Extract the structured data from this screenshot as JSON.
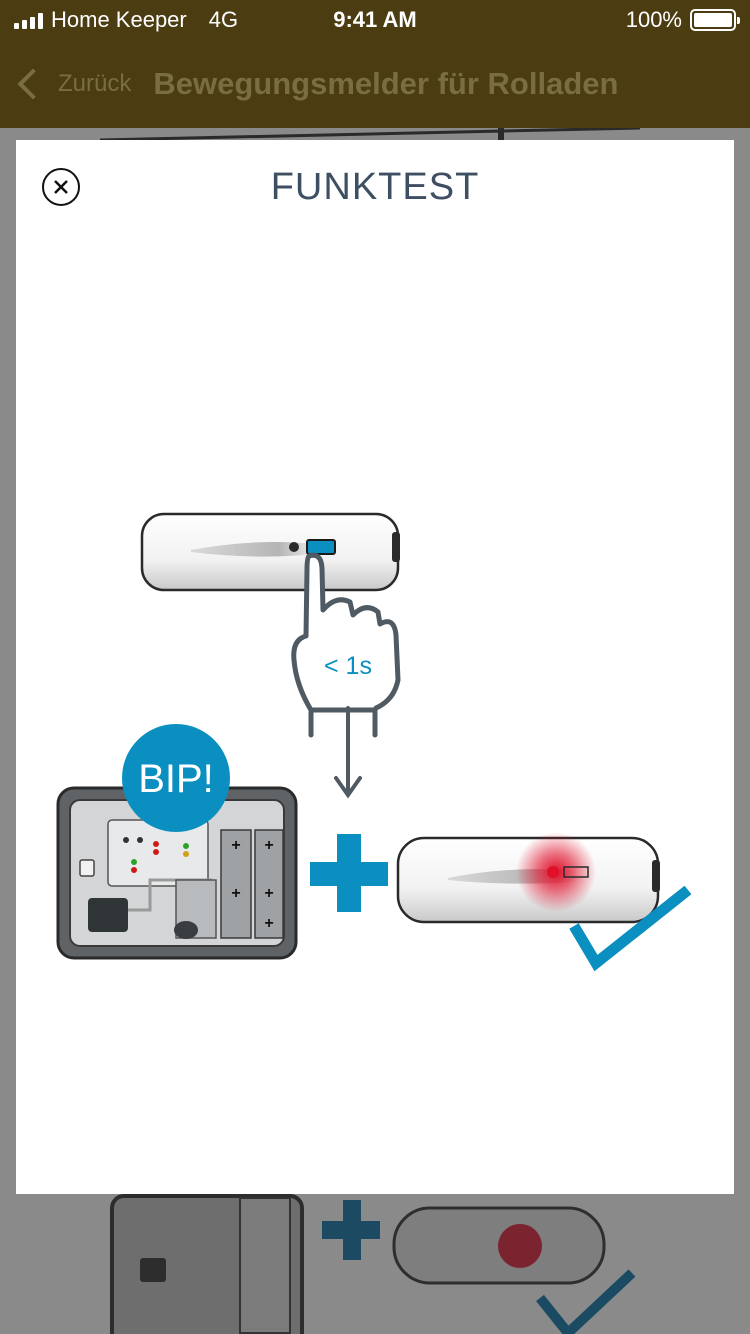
{
  "status_bar": {
    "carrier": "Home Keeper",
    "network": "4G",
    "time": "9:41 AM",
    "battery": "100%"
  },
  "nav": {
    "back_label": "Zurück",
    "title": "Bewegungsmelder für Rolladen"
  },
  "modal": {
    "title": "FUNKTEST",
    "close_icon": "close-circle-icon"
  },
  "illustration": {
    "press_duration": "< 1s",
    "beep_label": "BIP!",
    "accent_color": "#0b8fc0",
    "led_color": "#e0102a"
  }
}
